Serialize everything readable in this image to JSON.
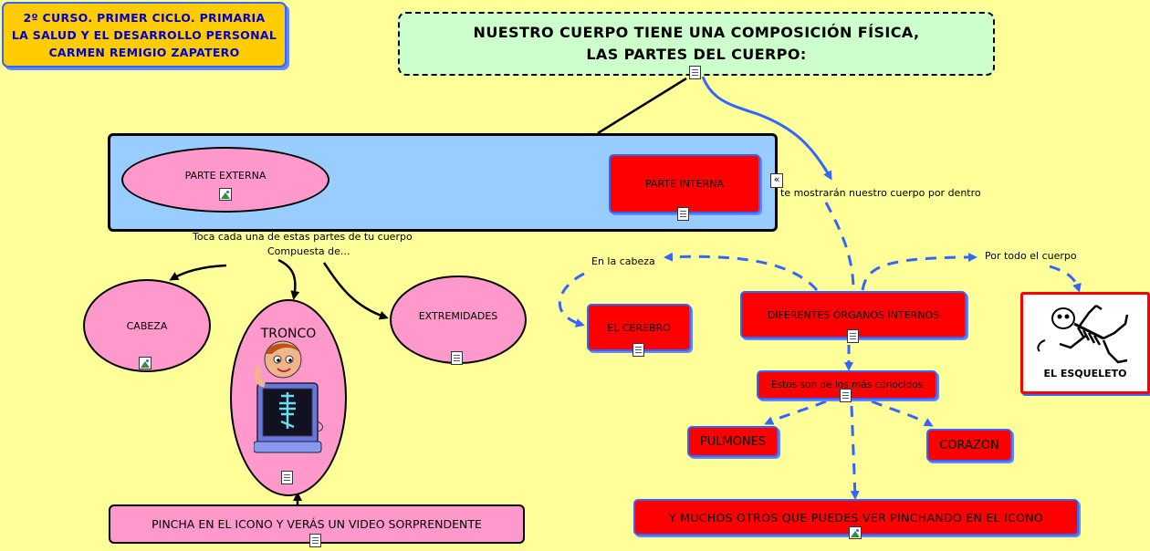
{
  "header": {
    "line1": "2º CURSO. PRIMER CICLO. PRIMARIA",
    "line2": "LA SALUD Y EL DESARROLLO PERSONAL",
    "line3": "CARMEN REMIGIO ZAPATERO"
  },
  "title": {
    "line1": "NUESTRO CUERPO TIENE UNA COMPOSICIÓN FÍSICA,",
    "line2": "LAS PARTES DEL CUERPO:"
  },
  "parts": {
    "externa": "PARTE EXTERNA",
    "interna": "PARTE INTERNA",
    "collapse_glyph": "«"
  },
  "links": {
    "interna_desc": "te mostrarán nuestro cuerpo por dentro",
    "toca": "Toca cada una de estas partes de tu cuerpo",
    "compuesta": "Compuesta de...",
    "en_cabeza": "En la cabeza",
    "por_todo": "Por todo el cuerpo"
  },
  "external": {
    "cabeza": "CABEZA",
    "tronco": "TRONCO",
    "extremidades": "EXTREMIDADES"
  },
  "internal": {
    "cerebro": "EL CEREBRO",
    "organos": "DIFERENTES ÓRGANOS INTERNOS",
    "conocidos": "Estos son de los más conocidos",
    "pulmones": "PULMONES",
    "corazon": "CORAZÓN",
    "otros": "Y MUCHOS OTROS QUE PUEDES VER PINCHANDO EN EL ICONO",
    "esqueleto": "EL ESQUELETO"
  },
  "video_note": "PINCHA EN EL ICONO Y VERÁS UN VIDEO SORPRENDENTE",
  "colors": {
    "background": "#ffff99",
    "header_fill": "#ffcc00",
    "title_fill": "#ccffcc",
    "parts_fill": "#99ccff",
    "ellipse_fill": "#ff99cc",
    "internal_fill": "#ff0000",
    "dashed_link": "#3366ff"
  },
  "icons": [
    "document-icon",
    "image-icon",
    "collapse-icon"
  ]
}
